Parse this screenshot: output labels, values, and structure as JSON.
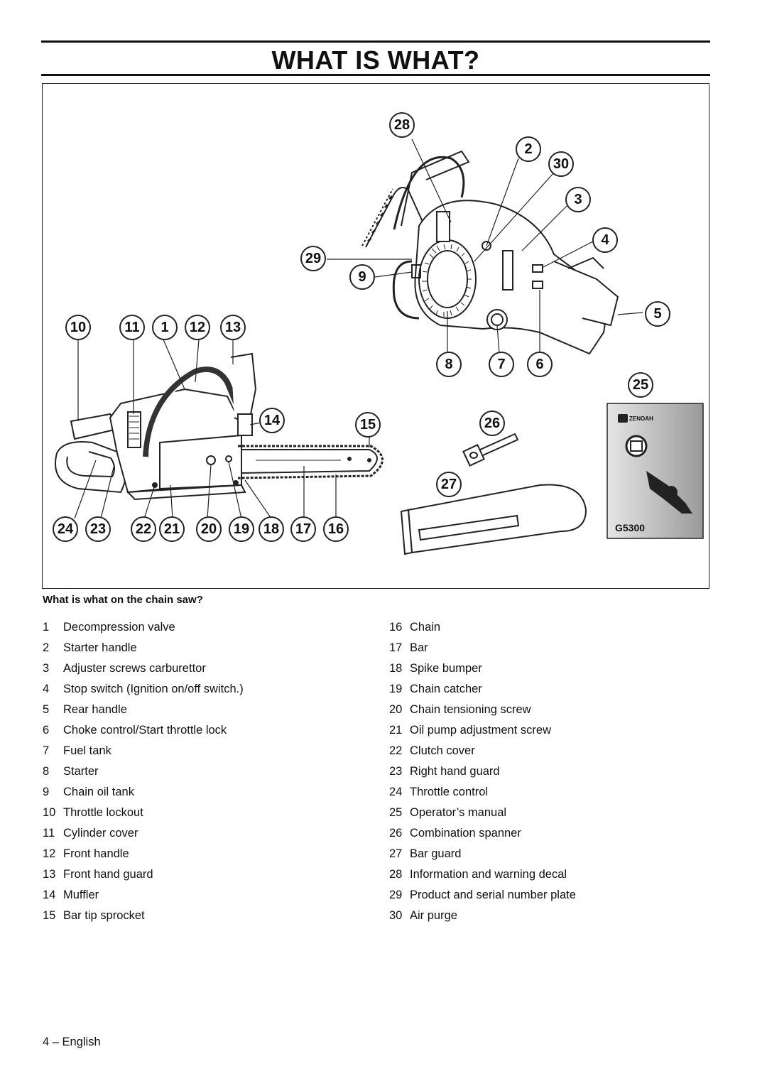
{
  "page": {
    "title": "WHAT IS WHAT?",
    "footer": "4 – English"
  },
  "figure": {
    "callouts": [
      "28",
      "2",
      "30",
      "3",
      "4",
      "29",
      "9",
      "5",
      "10",
      "11",
      "1",
      "12",
      "13",
      "8",
      "7",
      "6",
      "25",
      "14",
      "15",
      "26",
      "27",
      "24",
      "23",
      "22",
      "21",
      "20",
      "19",
      "18",
      "17",
      "16"
    ],
    "manual_brand": "ZENOAH",
    "manual_model": "G5300"
  },
  "section": {
    "title": "What is what on the chain saw?"
  },
  "parts_left": [
    {
      "n": "1",
      "label": "Decompression valve"
    },
    {
      "n": "2",
      "label": "Starter handle"
    },
    {
      "n": "3",
      "label": "Adjuster screws carburettor"
    },
    {
      "n": "4",
      "label": "Stop switch (Ignition on/off switch.)"
    },
    {
      "n": "5",
      "label": "Rear handle"
    },
    {
      "n": "6",
      "label": "Choke control/Start throttle lock"
    },
    {
      "n": "7",
      "label": "Fuel tank"
    },
    {
      "n": "8",
      "label": "Starter"
    },
    {
      "n": "9",
      "label": "Chain oil tank"
    },
    {
      "n": "10",
      "label": "Throttle lockout"
    },
    {
      "n": "11",
      "label": "Cylinder cover"
    },
    {
      "n": "12",
      "label": "Front handle"
    },
    {
      "n": "13",
      "label": "Front hand guard"
    },
    {
      "n": "14",
      "label": "Muffler"
    },
    {
      "n": "15",
      "label": "Bar tip sprocket"
    }
  ],
  "parts_right": [
    {
      "n": "16",
      "label": "Chain"
    },
    {
      "n": "17",
      "label": "Bar"
    },
    {
      "n": "18",
      "label": "Spike bumper"
    },
    {
      "n": "19",
      "label": "Chain catcher"
    },
    {
      "n": "20",
      "label": "Chain tensioning screw"
    },
    {
      "n": "21",
      "label": "Oil pump adjustment screw"
    },
    {
      "n": "22",
      "label": "Clutch cover"
    },
    {
      "n": "23",
      "label": "Right hand guard"
    },
    {
      "n": "24",
      "label": "Throttle control"
    },
    {
      "n": "25",
      "label": "Operator’s manual"
    },
    {
      "n": "26",
      "label": "Combination spanner"
    },
    {
      "n": "27",
      "label": "Bar guard"
    },
    {
      "n": "28",
      "label": "Information and warning decal"
    },
    {
      "n": "29",
      "label": "Product and serial number plate"
    },
    {
      "n": "30",
      "label": "Air purge"
    }
  ]
}
